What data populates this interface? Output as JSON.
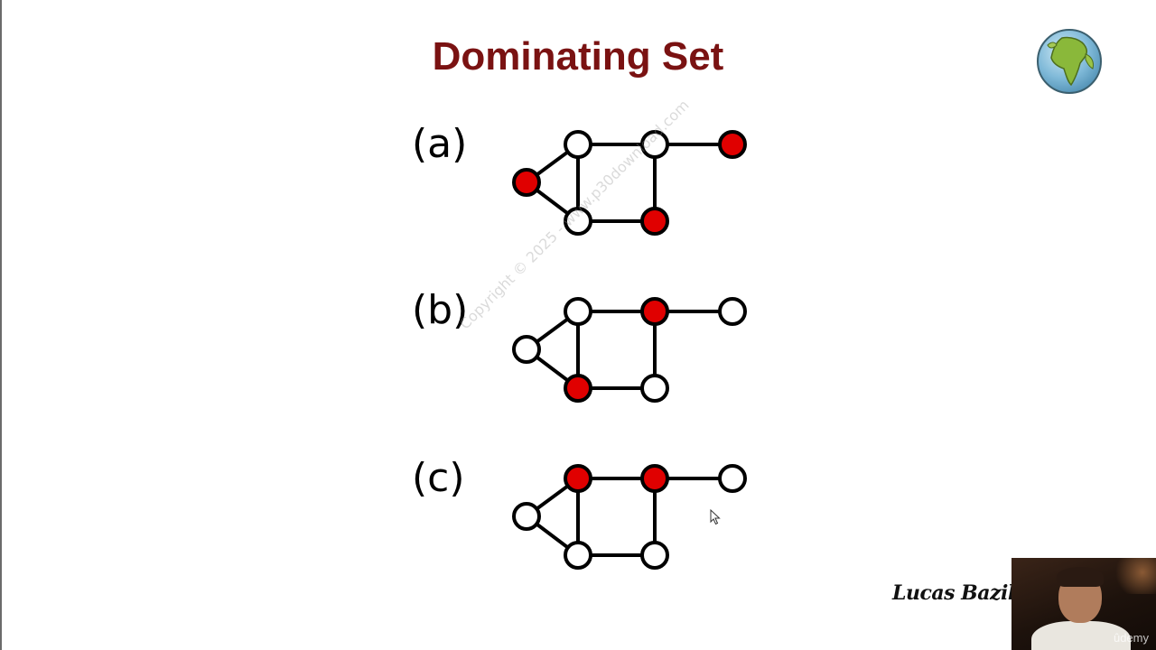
{
  "slide": {
    "title": "Dominating Set",
    "watermark": "Copyright © 2025 - www.p30download.com",
    "author": "Lucas Bazilio",
    "webcam_brand": "ûdemy"
  },
  "graphs": [
    {
      "label": "(a)",
      "dominating_nodes": [
        "left",
        "bottom-right",
        "far-right"
      ]
    },
    {
      "label": "(b)",
      "dominating_nodes": [
        "top-right",
        "bottom-left"
      ]
    },
    {
      "label": "(c)",
      "dominating_nodes": [
        "top-left",
        "top-right"
      ]
    }
  ],
  "colors": {
    "title": "#7a1212",
    "dominating_fill": "#e00000",
    "normal_fill": "#ffffff",
    "edge": "#000000"
  },
  "icons": {
    "logo": "globe-icon",
    "pointer": "mouse-cursor-icon"
  }
}
